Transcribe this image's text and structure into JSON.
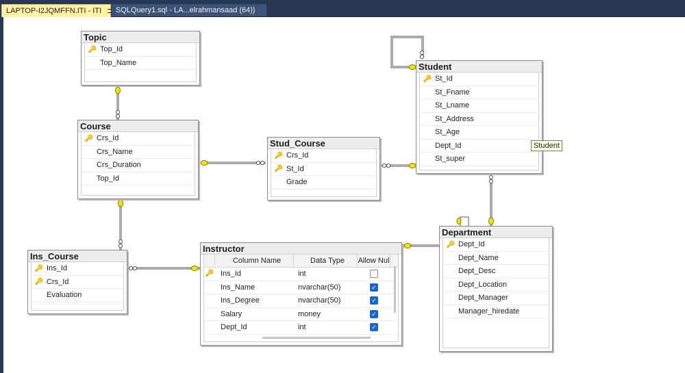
{
  "tabs": [
    {
      "label": "LAPTOP-I2JQMFFN.ITI - ITI",
      "pin": "⊐",
      "close": "✕"
    },
    {
      "label": "SQLQuery1.sql - LA...elrahmansaad (64))"
    }
  ],
  "tables": {
    "topic": {
      "title": "Topic",
      "columns": [
        {
          "name": "Top_Id",
          "key": true
        },
        {
          "name": "Top_Name"
        }
      ]
    },
    "course": {
      "title": "Course",
      "columns": [
        {
          "name": "Crs_Id",
          "key": true
        },
        {
          "name": "Crs_Name"
        },
        {
          "name": "Crs_Duration"
        },
        {
          "name": "Top_Id"
        }
      ]
    },
    "stud_course": {
      "title": "Stud_Course",
      "columns": [
        {
          "name": "Crs_Id",
          "key": true
        },
        {
          "name": "St_Id",
          "key": true
        },
        {
          "name": "Grade"
        }
      ]
    },
    "student": {
      "title": "Student",
      "columns": [
        {
          "name": "St_Id",
          "key": true
        },
        {
          "name": "St_Fname"
        },
        {
          "name": "St_Lname"
        },
        {
          "name": "St_Address"
        },
        {
          "name": "St_Age"
        },
        {
          "name": "Dept_Id"
        },
        {
          "name": "St_super"
        }
      ]
    },
    "ins_course": {
      "title": "Ins_Course",
      "columns": [
        {
          "name": "Ins_Id",
          "key": true
        },
        {
          "name": "Crs_Id",
          "key": true
        },
        {
          "name": "Evaluation"
        }
      ]
    },
    "instructor": {
      "title": "Instructor",
      "grid_headers": [
        "Column Name",
        "Data Type",
        "Allow Nul"
      ],
      "rows": [
        {
          "name": "Ins_Id",
          "type": "int",
          "allow_null": false,
          "key": true
        },
        {
          "name": "Ins_Name",
          "type": "nvarchar(50)",
          "allow_null": true
        },
        {
          "name": "Ins_Degree",
          "type": "nvarchar(50)",
          "allow_null": true
        },
        {
          "name": "Salary",
          "type": "money",
          "allow_null": true
        },
        {
          "name": "Dept_Id",
          "type": "int",
          "allow_null": true
        }
      ]
    },
    "department": {
      "title": "Department",
      "columns": [
        {
          "name": "Dept_Id",
          "key": true
        },
        {
          "name": "Dept_Name"
        },
        {
          "name": "Dept_Desc"
        },
        {
          "name": "Dept_Location"
        },
        {
          "name": "Dept_Manager"
        },
        {
          "name": "Manager_hiredate"
        }
      ]
    }
  },
  "tooltip": "Student",
  "icons": {
    "key": "key-icon",
    "check": "checkbox-checked-icon"
  },
  "colors": {
    "tab_active": "#fff1a6",
    "tab_bar": "#293955",
    "relation_key": "#f0e11a"
  }
}
